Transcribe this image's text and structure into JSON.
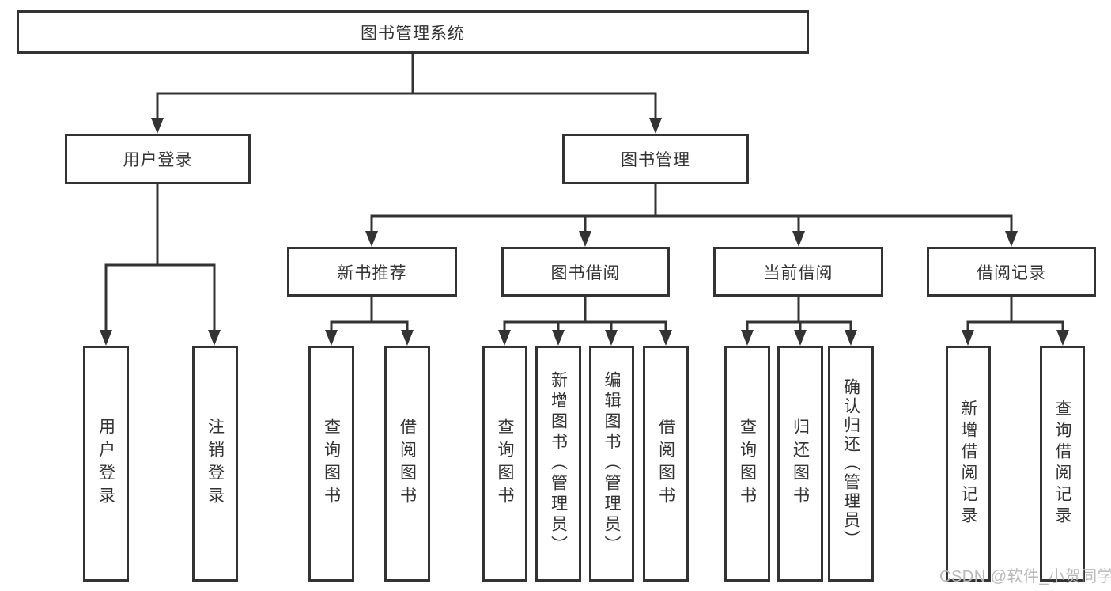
{
  "diagram": {
    "title": "图书管理系统",
    "root": "图书管理系统",
    "level2": {
      "user_login": "用户登录",
      "book_management": "图书管理"
    },
    "level3": {
      "new_books": "新书推荐",
      "book_borrow": "图书借阅",
      "current_borrow": "当前借阅",
      "borrow_records": "借阅记录"
    },
    "leaves": {
      "user_login": [
        "用户登录",
        "注销登录"
      ],
      "new_books": [
        "查询图书",
        "借阅图书"
      ],
      "book_borrow": [
        "查询图书",
        "新增图书（管理员）",
        "编辑图书（管理员）",
        "借阅图书"
      ],
      "current_borrow": [
        "查询图书",
        "归还图书",
        "确认归还（管理员）"
      ],
      "borrow_records": [
        "新增借阅记录",
        "查询借阅记录"
      ]
    }
  },
  "watermark": "CSDN @软件_小贺同学",
  "colors": {
    "line": "#333333",
    "box_border": "#333333",
    "text": "#333333",
    "watermark": "#b9b9b9",
    "background": "#ffffff"
  }
}
